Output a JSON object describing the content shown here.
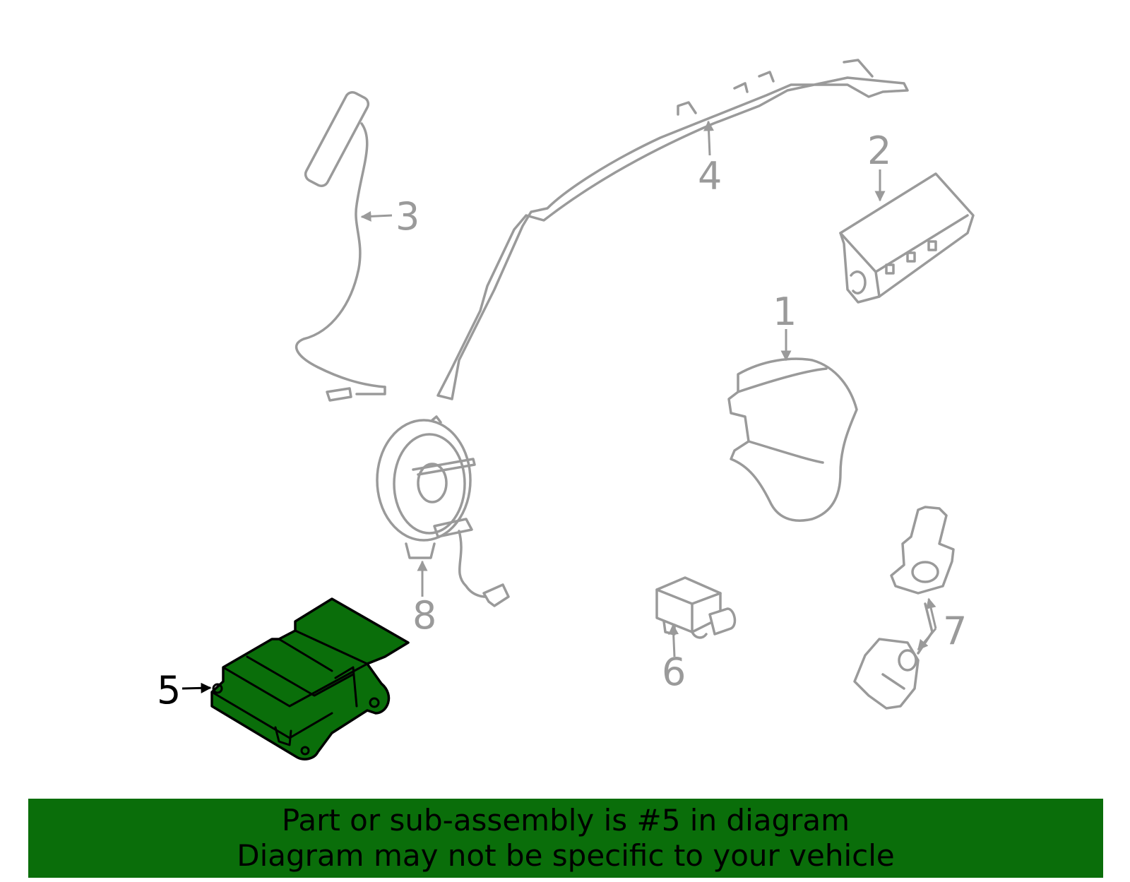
{
  "callouts": [
    "1",
    "2",
    "3",
    "4",
    "5",
    "6",
    "7",
    "8"
  ],
  "highlighted_part": "5",
  "banner": {
    "line1": "Part or sub-assembly is #5 in diagram",
    "line2": "Diagram may not be specific to your vehicle"
  },
  "colors": {
    "highlight": "#0a6e0a",
    "parts": "#9a9a9a",
    "banner": "#0a6e0a"
  }
}
